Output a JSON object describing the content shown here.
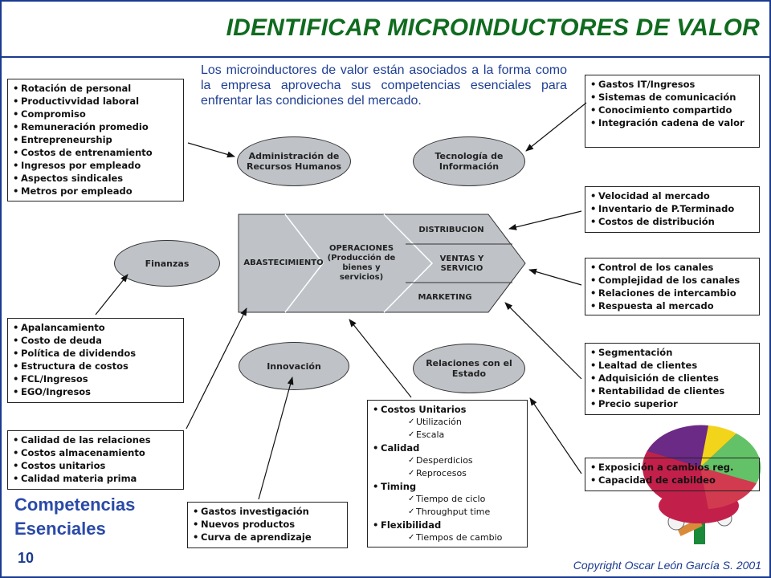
{
  "title": "IDENTIFICAR MICROINDUCTORES DE VALOR",
  "intro": "Los microinductores de valor están asociados a la forma como la empresa aprovecha sus competencias esenciales para enfrentar las condiciones del mercado.",
  "boxes": {
    "personal": [
      "Rotación de personal",
      "Productivvidad laboral",
      "Compromiso",
      "Remuneración promedio",
      "Entrepreneurship",
      "Costos de entrenamiento",
      "Ingresos por empleado",
      "Aspectos sindicales",
      "Metros por empleado"
    ],
    "tecnologia": [
      "Gastos IT/Ingresos",
      "Sistemas de comunicación",
      "Conocimiento compartido",
      "Integración cadena de valor"
    ],
    "distribucion": [
      "Velocidad al mercado",
      "Inventario de P.Terminado",
      "Costos de distribución"
    ],
    "canales": [
      "Control de los canales",
      "Complejidad de los canales",
      "Relaciones de intercambio",
      "Respuesta al mercado"
    ],
    "finanzas": [
      "Apalancamiento",
      "Costo de deuda",
      "Política de dividendos",
      "Estructura de costos",
      "FCL/Ingresos",
      "EGO/Ingresos"
    ],
    "clientes": [
      "Segmentación",
      "Lealtad de clientes",
      "Adquisición de clientes",
      "Rentabilidad de clientes",
      "Precio superior"
    ],
    "abastecimiento": [
      "Calidad de las relaciones",
      "Costos almacenamiento",
      "Costos unitarios",
      "Calidad materia prima"
    ],
    "estado": [
      "Exposición a cambios reg.",
      "Capacidad de cabildeo"
    ],
    "innovacion": [
      "Gastos investigación",
      "Nuevos productos",
      "Curva de aprendizaje"
    ],
    "operaciones": [
      {
        "label": "Costos Unitarios",
        "subs": [
          "Utilización",
          "Escala"
        ]
      },
      {
        "label": "Calidad",
        "subs": [
          "Desperdicios",
          "Reprocesos"
        ]
      },
      {
        "label": "Timing",
        "subs": [
          "Tiempo de ciclo",
          "Throughput time"
        ]
      },
      {
        "label": "Flexibilidad",
        "subs": [
          "Tiempos de cambio"
        ]
      }
    ]
  },
  "ovals": {
    "rrhh": "Administración de Recursos Humanos",
    "ti": "Tecnología de Información",
    "finanzas": "Finanzas",
    "innovacion": "Innovación",
    "estado": "Relaciones con el Estado"
  },
  "chain": {
    "abastecimiento": "ABASTECIMIENTO",
    "operaciones": "OPERACIONES (Producción de bienes y servicios)",
    "distribucion": "DISTRIBUCION",
    "ventas": "VENTAS Y SERVICIO",
    "marketing": "MARKETING"
  },
  "footer": {
    "competencias_line1": "Competencias",
    "competencias_line2": "Esenciales",
    "page_number": "10",
    "copyright": "Copyright Oscar León García S. 2001"
  },
  "colors": {
    "title": "#0f6b1e",
    "text_blue": "#1f3f94",
    "border_blue": "#1a3a8f",
    "shape_gray": "#bfc3c8"
  }
}
